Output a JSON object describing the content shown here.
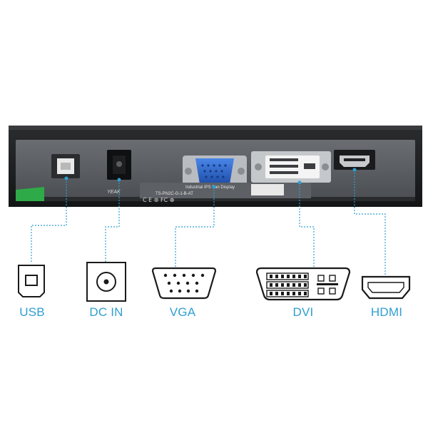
{
  "photo": {
    "sticker_line1": "Industrial IPS Fan Display",
    "sticker_line2": "TS-PN2C-G-1-B-AT",
    "brand_mark": "YEAK"
  },
  "ports": [
    {
      "id": "usb",
      "label": "USB"
    },
    {
      "id": "dcin",
      "label": "DC IN"
    },
    {
      "id": "vga",
      "label": "VGA"
    },
    {
      "id": "dvi",
      "label": "DVI"
    },
    {
      "id": "hdmi",
      "label": "HDMI"
    }
  ],
  "colors": {
    "leader": "#2f9fd0",
    "label": "#2f9fd0",
    "panel": "#55585d",
    "bezel": "#1b1c1e",
    "vga_port": "#2e62c8"
  }
}
